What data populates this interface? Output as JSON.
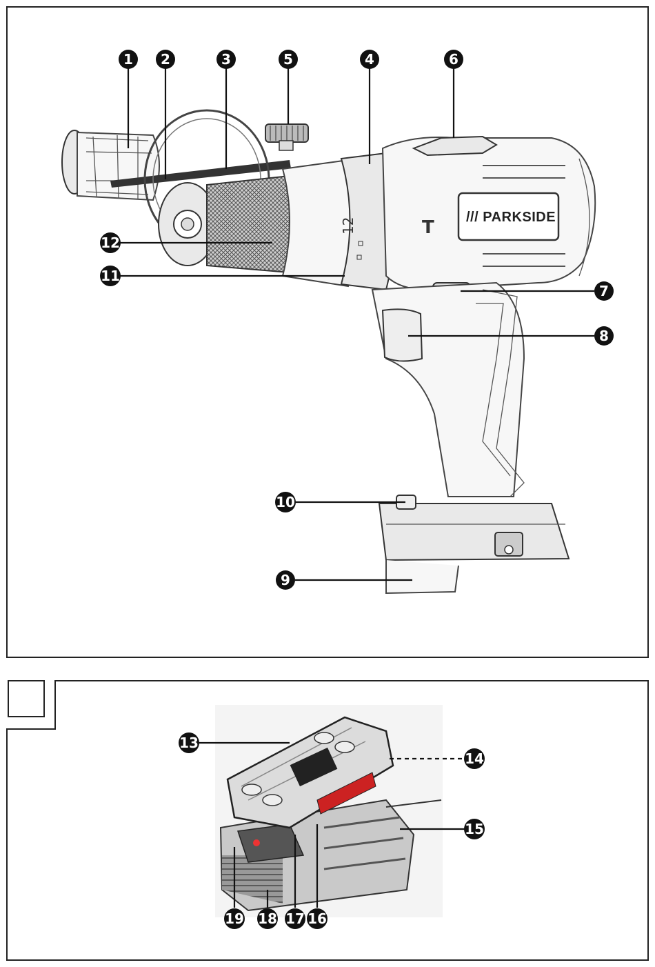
{
  "figure_a": {
    "brand_label": "/// PARKSIDE",
    "callouts": [
      "1",
      "2",
      "3",
      "5",
      "4",
      "6",
      "12",
      "11",
      "7",
      "8",
      "10",
      "9"
    ]
  },
  "figure_b": {
    "panel_label": "",
    "callouts": [
      "13",
      "14",
      "15",
      "19",
      "18",
      "17",
      "16"
    ]
  }
}
